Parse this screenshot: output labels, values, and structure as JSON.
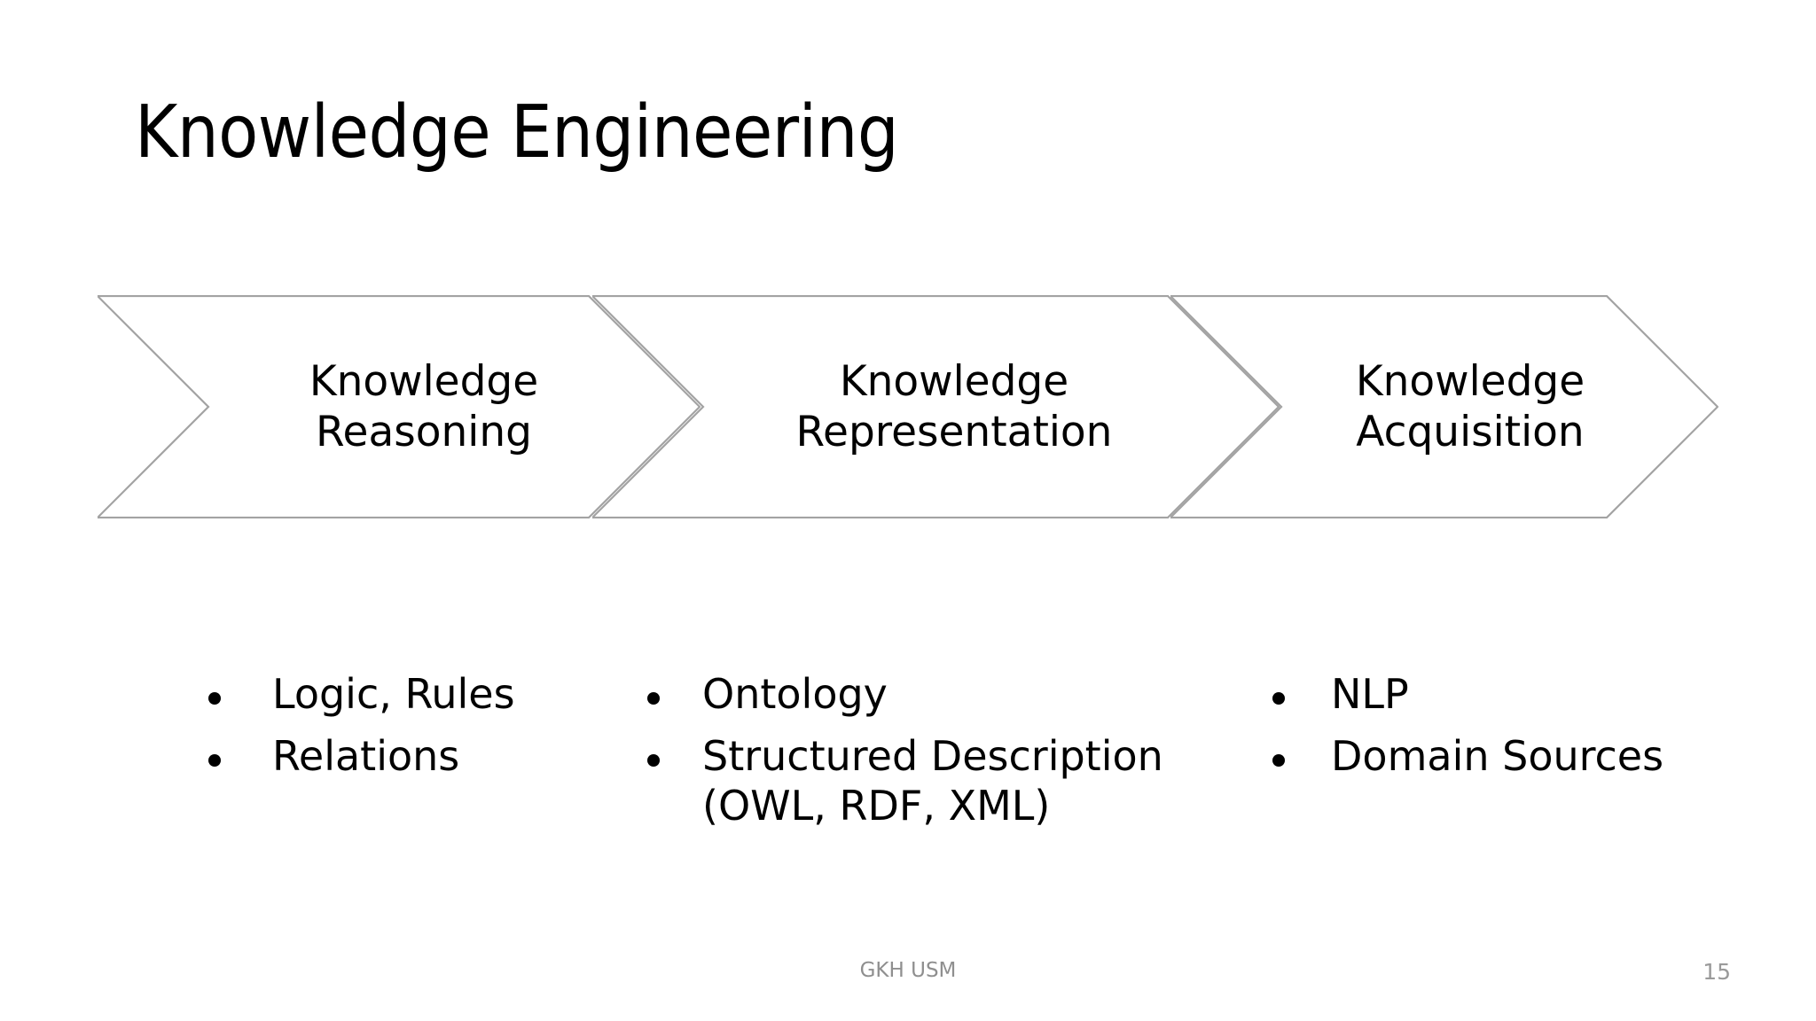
{
  "slide": {
    "title": "Knowledge Engineering",
    "background_color": "#ffffff",
    "text_color": "#000000",
    "shape_outline_color": "#a3a3a3",
    "footer_color": "#8f8f8f"
  },
  "process": {
    "type": "chevron-process",
    "steps": [
      {
        "id": "knowledge-reasoning",
        "line1": "Knowledge",
        "line2": "Reasoning"
      },
      {
        "id": "knowledge-representation",
        "line1": "Knowledge",
        "line2": "Representation"
      },
      {
        "id": "knowledge-acquisition",
        "line1": "Knowledge",
        "line2": "Acquisition"
      }
    ]
  },
  "columns": [
    {
      "id": "reasoning-details",
      "bullets": [
        "Logic, Rules",
        "Relations"
      ]
    },
    {
      "id": "representation-details",
      "bullets": [
        "Ontology",
        "Structured Description (OWL, RDF, XML)"
      ]
    },
    {
      "id": "acquisition-details",
      "bullets": [
        "NLP",
        "Domain Sources"
      ]
    }
  ],
  "footer": {
    "center": "GKH USM",
    "page_number": "15"
  }
}
